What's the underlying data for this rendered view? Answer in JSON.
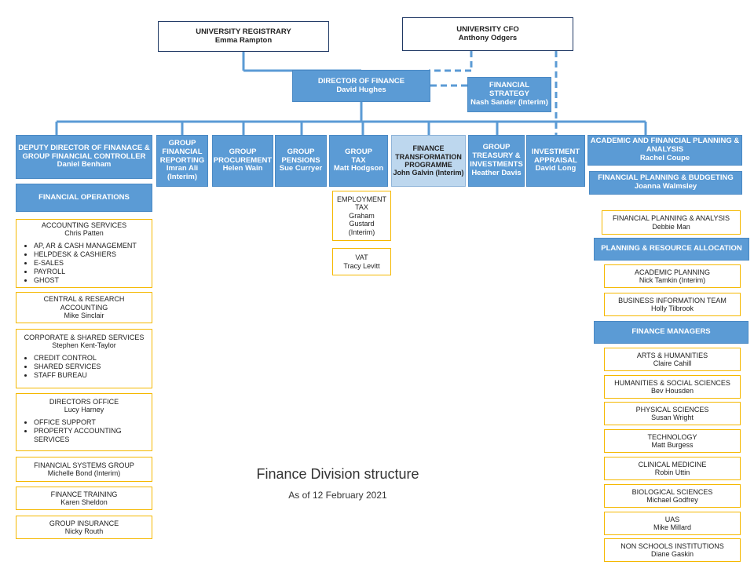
{
  "top": {
    "registrar": {
      "title": "UNIVERSITY REGISTRARY",
      "name": "Emma Rampton"
    },
    "cfo": {
      "title": "UNIVERSITY CFO",
      "name": "Anthony Odgers"
    }
  },
  "director": {
    "title": "DIRECTOR OF FINANCE",
    "name": "David Hughes"
  },
  "strategy": {
    "title": "FINANCIAL STRATEGY",
    "name": "Nash Sander (Interim)"
  },
  "depts": {
    "deputy": {
      "title": "DEPUTY DIRECTOR OF FINANACE  &  GROUP FINANCIAL CONTROLLER",
      "name": "Daniel Benham"
    },
    "reporting": {
      "title": "GROUP FINANCIAL REPORTING",
      "name": "Imran Ali (Interim)"
    },
    "procurement": {
      "title": "GROUP PROCUREMENT",
      "name": "Helen Wain"
    },
    "pensions": {
      "title": "GROUP PENSIONS",
      "name": "Sue Curryer"
    },
    "tax": {
      "title": "GROUP TAX",
      "name": "Matt Hodgson"
    },
    "transformation": {
      "title": "FINANCE TRANSFORMATION PROGRAMME",
      "name": "John Galvin (Interim)"
    },
    "treasury": {
      "title": "GROUP TREASURY & INVESTMENTS",
      "name": "Heather Davis"
    },
    "investment": {
      "title": "INVESTMENT APPRAISAL",
      "name": "David Long"
    },
    "academic": {
      "title": "ACADEMIC  AND FINANCIAL PLANNING & ANALYSIS",
      "name": "Rachel Coupe"
    }
  },
  "fin_ops": {
    "title": "FINANCIAL  OPERATIONS"
  },
  "left_units": [
    {
      "title": "ACCOUNTING SERVICES",
      "name": "Chris Patten",
      "items": [
        "AP, AR & CASH MANAGEMENT",
        "HELPDESK & CASHIERS",
        "E-SALES",
        "PAYROLL",
        "GHOST"
      ]
    },
    {
      "title": "CENTRAL & RESEARCH ACCOUNTING",
      "name": "Mike Sinclair",
      "items": []
    },
    {
      "title": "CORPORATE & SHARED SERVICES",
      "name": "Stephen Kent-Taylor",
      "items": [
        "CREDIT CONTROL",
        "SHARED SERVICES",
        "STAFF BUREAU"
      ]
    },
    {
      "title": "DIRECTORS OFFICE",
      "name": "Lucy Harney",
      "items": [
        "OFFICE SUPPORT",
        "PROPERTY ACCOUNTING SERVICES"
      ]
    },
    {
      "title": "FINANCIAL SYSTEMS GROUP",
      "name": "Michelle Bond (Interim)",
      "items": []
    },
    {
      "title": "FINANCE TRAINING",
      "name": "Karen Sheldon",
      "items": []
    },
    {
      "title": "GROUP INSURANCE",
      "name": "Nicky Routh",
      "items": []
    }
  ],
  "tax_units": [
    {
      "title": "EMPLOYMENT TAX",
      "name": "Graham Gustard (Interim)"
    },
    {
      "title": "VAT",
      "name": "Tracy Levitt"
    }
  ],
  "fpb": {
    "title": "FINANCIAL PLANNING & BUDGETING",
    "name": "Joanna Walmsley"
  },
  "fpa": {
    "title": "FINANCIAL PLANNING & ANALYSIS",
    "name": "Debbie Man"
  },
  "pra": {
    "title": "PLANNING & RESOURCE ALLOCATION"
  },
  "pra_units": [
    {
      "title": "ACADEMIC PLANNING",
      "name": "Nick Tamkin (Interim)"
    },
    {
      "title": "BUSINESS INFORMATION TEAM",
      "name": "Holly Tilbrook"
    }
  ],
  "fm": {
    "title": "FINANCE MANAGERS"
  },
  "fm_units": [
    {
      "title": "ARTS & HUMANITIES",
      "name": "Claire Cahill"
    },
    {
      "title": "HUMANITIES & SOCIAL SCIENCES",
      "name": "Bev Housden"
    },
    {
      "title": "PHYSICAL SCIENCES",
      "name": "Susan Wright"
    },
    {
      "title": "TECHNOLOGY",
      "name": "Matt Burgess"
    },
    {
      "title": "CLINICAL MEDICINE",
      "name": "Robin Uttin"
    },
    {
      "title": "BIOLOGICAL SCIENCES",
      "name": "Michael Godfrey"
    },
    {
      "title": "UAS",
      "name": "Mike Millard"
    },
    {
      "title": "NON SCHOOLS INSTITUTIONS",
      "name": "Diane Gaskin"
    }
  ],
  "caption": {
    "title": "Finance Division structure",
    "date": "As of 12 February 2021"
  },
  "colors": {
    "blue": "#5b9bd5",
    "light_blue": "#bdd7ee",
    "gold": "#f5b800",
    "navy": "#1f3864"
  }
}
